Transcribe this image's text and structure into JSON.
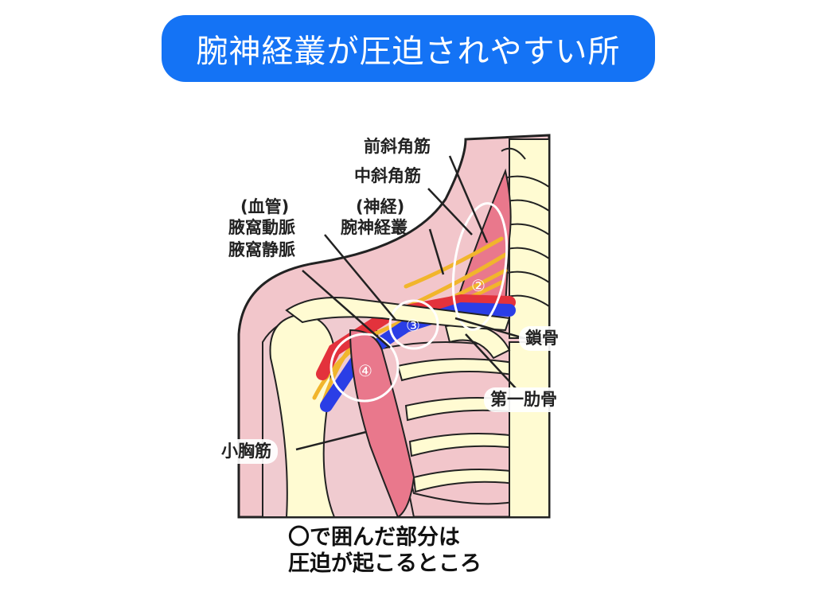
{
  "title": "腕神経叢が圧迫されやすい所",
  "labels": {
    "anterior_scalene": "前斜角筋",
    "middle_scalene": "中斜角筋",
    "vessel_category": "(血管)",
    "axillary_artery": "腋窩動脈",
    "axillary_vein": "腋窩静脈",
    "nerve_category": "(神経)",
    "brachial_plexus": "腕神経叢",
    "clavicle": "鎖骨",
    "first_rib": "第一肋骨",
    "pectoralis_minor": "小胸筋"
  },
  "markers": [
    "②",
    "③",
    "④"
  ],
  "caption": [
    "〇で囲んだ部分は",
    "圧迫が起こるところ"
  ],
  "colors": {
    "banner": "#1473f5",
    "skin": "#f2c6cb",
    "bone": "#fffbd2",
    "muscle": "#e9788c",
    "artery": "#e3323c",
    "vein": "#2a3ee6",
    "nerve": "#f1b52c"
  }
}
